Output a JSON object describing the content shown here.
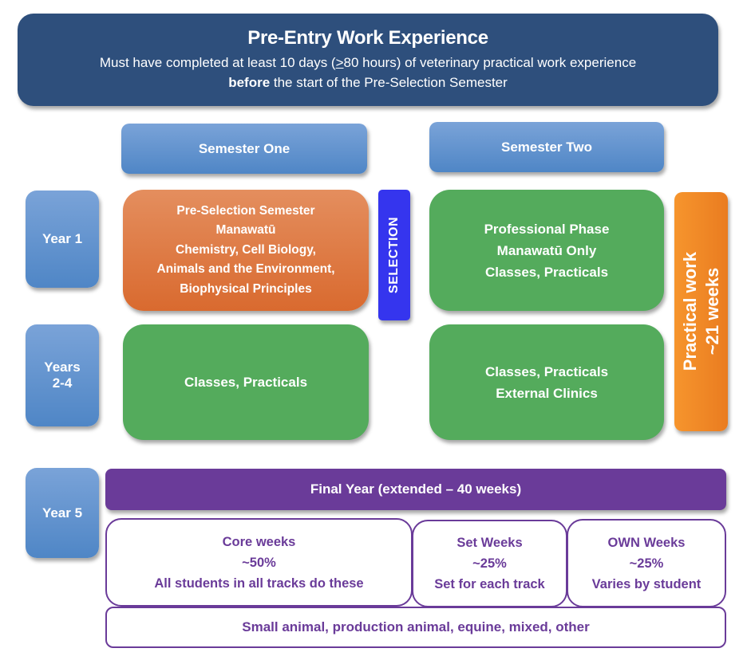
{
  "header": {
    "title": "Pre-Entry Work Experience",
    "line1_prefix": "Must have completed at least 10 days (",
    "line1_ge": ">",
    "line1_suffix": "80 hours) of veterinary practical work experience",
    "line2_bold": "before",
    "line2_rest": " the start of the Pre-Selection Semester"
  },
  "semesters": {
    "one": "Semester One",
    "two": "Semester Two"
  },
  "years": {
    "year1": "Year 1",
    "years24_a": "Years",
    "years24_b": "2-4",
    "year5": "Year 5"
  },
  "pre_selection": {
    "lines": [
      "Pre-Selection Semester",
      "Manawatū",
      "Chemistry, Cell Biology,",
      "Animals and the Environment,",
      "Biophysical Principles"
    ]
  },
  "selection": "SELECTION",
  "professional": {
    "lines": [
      "Professional Phase",
      "Manawatū Only",
      "Classes, Practicals"
    ]
  },
  "years24_sem1": "Classes, Practicals",
  "years24_sem2": {
    "lines": [
      "Classes, Practicals",
      "External Clinics"
    ]
  },
  "practical_work": {
    "line1": "Practical work",
    "line2": "~21 weeks"
  },
  "final_year": "Final Year (extended – 40 weeks)",
  "core": {
    "title": "Core weeks",
    "pct": "~50%",
    "desc": "All students in all tracks do these"
  },
  "set": {
    "title": "Set Weeks",
    "pct": "~25%",
    "desc": "Set for each track"
  },
  "own": {
    "title": "OWN Weeks",
    "pct": "~25%",
    "desc": "Varies by student"
  },
  "tracks": "Small animal, production animal, equine, mixed, other",
  "colors": {
    "header": "#2e4f7c",
    "blue": "#4f86c6",
    "orange": "#d96a2f",
    "selection": "#3535ee",
    "green": "#54ab5c",
    "practical": "#f6952d",
    "purple": "#6a3b99"
  }
}
